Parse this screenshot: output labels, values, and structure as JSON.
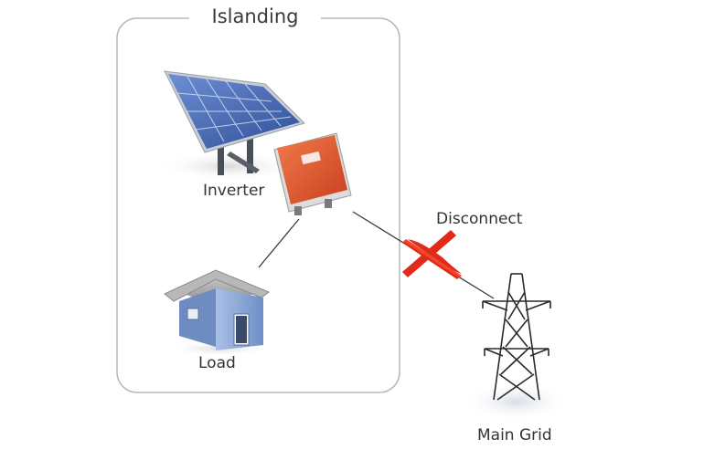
{
  "labels": {
    "title": "Islanding",
    "inverter": "Inverter",
    "load": "Load",
    "disconnect": "Disconnect",
    "main_grid": "Main Grid"
  },
  "colors": {
    "frame": "#b8b8b8",
    "panel_cell": "#4a6fb8",
    "panel_frame": "#c9ced6",
    "inverter": "#e0502a",
    "house_wall": "#8eaad8",
    "house_roof": "#9a9a9a",
    "disconnect_x": "#e02a1a",
    "tower": "#2a2a2a",
    "line": "#3a3a3a"
  },
  "icons": {
    "solar": "solar-panel-icon",
    "inverter": "inverter-icon",
    "house": "house-icon",
    "disconnect": "disconnect-x-icon",
    "tower": "transmission-tower-icon"
  }
}
